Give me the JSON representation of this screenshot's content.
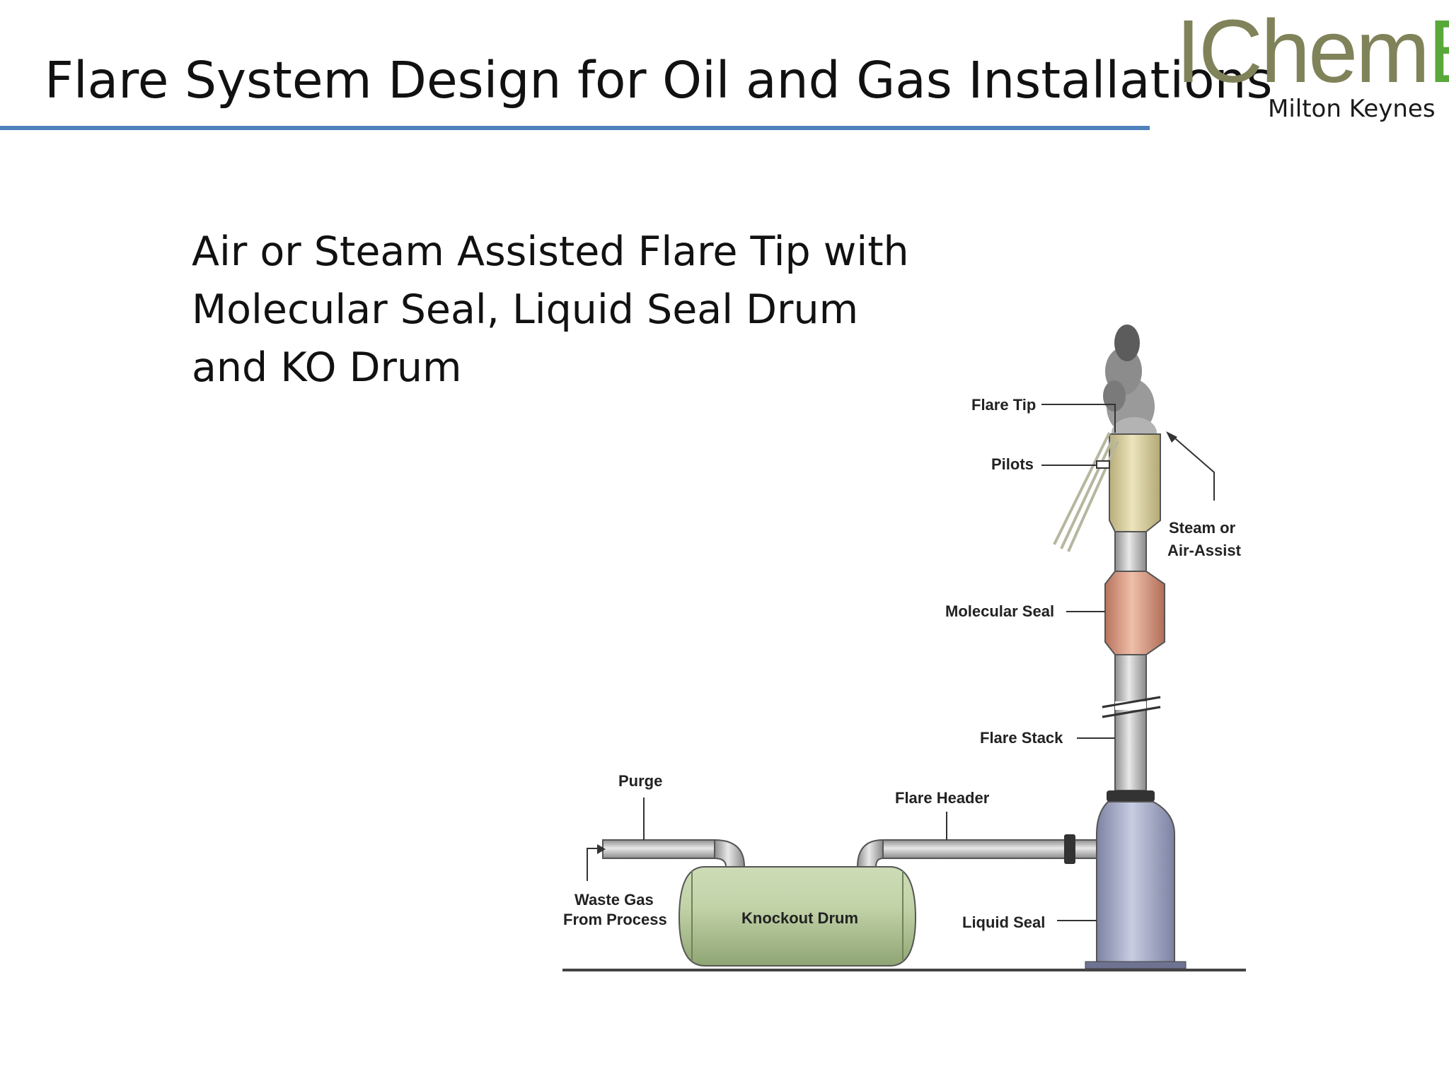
{
  "slide": {
    "title": "Flare System Design for Oil and Gas Installations",
    "subtitle_lines": [
      "Air or Steam Assisted Flare Tip with",
      "Molecular Seal, Liquid Seal Drum",
      "and KO Drum"
    ]
  },
  "logo": {
    "word_prefix": "IChem",
    "word_suffix": "E",
    "location": "Milton Keynes",
    "colors": {
      "olive": "#808259",
      "green": "#58a93a"
    }
  },
  "diagram": {
    "labels": {
      "flare_tip": "Flare Tip",
      "pilots": "Pilots",
      "steam_assist_line1": "Steam or",
      "steam_assist_line2": "Air-Assist",
      "molecular_seal": "Molecular Seal",
      "flare_stack": "Flare Stack",
      "flare_header": "Flare Header",
      "purge": "Purge",
      "waste_gas_line1": "Waste Gas",
      "waste_gas_line2": "From Process",
      "knockout_drum": "Knockout Drum",
      "liquid_seal": "Liquid Seal"
    },
    "colors": {
      "flare_tip": "#d8cfa0",
      "molecular_seal": "#d79b82",
      "stack_pipe": "#c9c9c9",
      "liquid_seal_drum": "#a8aec9",
      "knockout_drum": "#b9cca0",
      "accent_rule": "#4f81bd"
    }
  }
}
